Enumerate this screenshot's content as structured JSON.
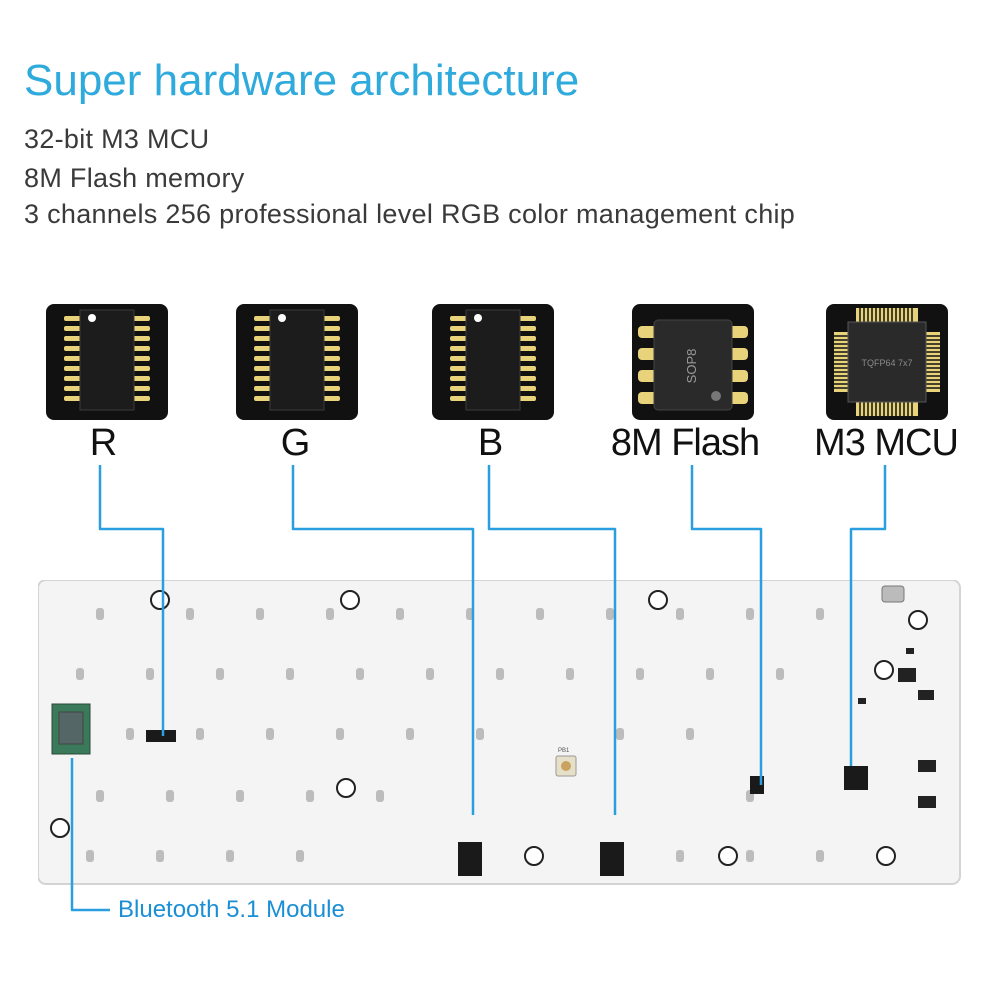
{
  "header": {
    "title": "Super hardware architecture",
    "features": [
      "32-bit M3 MCU",
      "8M Flash memory",
      "3 channels 256 professional level RGB color management chip"
    ]
  },
  "chips": [
    {
      "label": "R",
      "icon": "soic-chip-icon"
    },
    {
      "label": "G",
      "icon": "soic-chip-icon"
    },
    {
      "label": "B",
      "icon": "soic-chip-icon"
    },
    {
      "label": "8M Flash",
      "icon": "sop8-chip-icon",
      "package_text": "SOP8"
    },
    {
      "label": "M3 MCU",
      "icon": "tqfp-chip-icon",
      "package_text": "TQFP64 7x7"
    }
  ],
  "pcb": {
    "module_label": "Bluetooth 5.1 Module",
    "button_label": "PB1"
  },
  "colors": {
    "title": "#2eaadc",
    "connector_line": "#2a9fe0",
    "text": "#3a3a3a",
    "chip_bg": "#111111",
    "pad_gold": "#e8d27a"
  }
}
